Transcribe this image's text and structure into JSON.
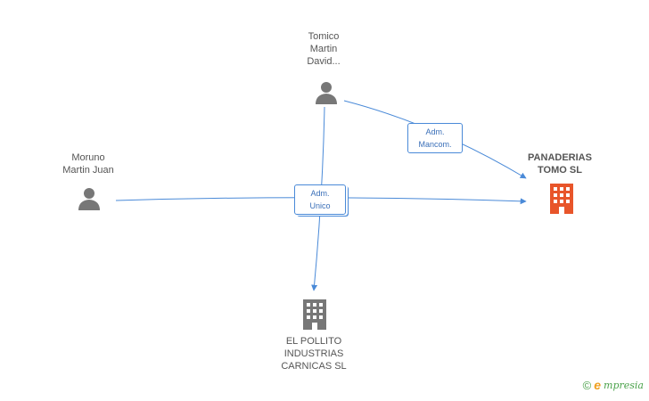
{
  "persons": {
    "tomico": {
      "lines": [
        "Tomico",
        "Martin",
        "David..."
      ]
    },
    "moruno": {
      "lines": [
        "Moruno",
        "Martin Juan"
      ]
    }
  },
  "companies": {
    "panaderias": {
      "lines": [
        "PANADERIAS",
        "TOMO SL"
      ],
      "color": "#e8552a",
      "highlighted": true
    },
    "pollito": {
      "lines": [
        "EL POLLITO",
        "INDUSTRIAS",
        "CARNICAS  SL"
      ],
      "color": "#777777"
    }
  },
  "relations": {
    "adm_mancom": {
      "lines": [
        "Adm.",
        "Mancom."
      ]
    },
    "adm_unico": {
      "lines": [
        "Adm.",
        "Unico"
      ]
    }
  },
  "brand": {
    "copyright": "©",
    "initial": "e",
    "rest": "mpresia"
  },
  "colors": {
    "edge": "#4a8ad8",
    "person_icon": "#777777"
  }
}
